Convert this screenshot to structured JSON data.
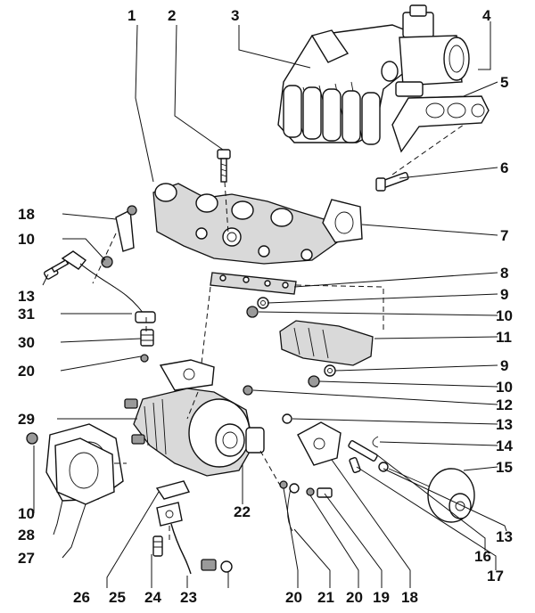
{
  "figure": {
    "callouts": [
      {
        "id": "c1",
        "label": "1"
      },
      {
        "id": "c2",
        "label": "2"
      },
      {
        "id": "c3",
        "label": "3"
      },
      {
        "id": "c4",
        "label": "4"
      },
      {
        "id": "c5",
        "label": "5"
      },
      {
        "id": "c6",
        "label": "6"
      },
      {
        "id": "c7",
        "label": "7"
      },
      {
        "id": "c8",
        "label": "8"
      },
      {
        "id": "c9a",
        "label": "9"
      },
      {
        "id": "c10a",
        "label": "10"
      },
      {
        "id": "c11",
        "label": "11"
      },
      {
        "id": "c9b",
        "label": "9"
      },
      {
        "id": "c10b",
        "label": "10"
      },
      {
        "id": "c12",
        "label": "12"
      },
      {
        "id": "c13a",
        "label": "13"
      },
      {
        "id": "c14",
        "label": "14"
      },
      {
        "id": "c15",
        "label": "15"
      },
      {
        "id": "c13b",
        "label": "13"
      },
      {
        "id": "c16",
        "label": "16"
      },
      {
        "id": "c17",
        "label": "17"
      },
      {
        "id": "c18a",
        "label": "18"
      },
      {
        "id": "c10c",
        "label": "10"
      },
      {
        "id": "c13c",
        "label": "13"
      },
      {
        "id": "c31",
        "label": "31"
      },
      {
        "id": "c30",
        "label": "30"
      },
      {
        "id": "c20a",
        "label": "20"
      },
      {
        "id": "c29",
        "label": "29"
      },
      {
        "id": "c22",
        "label": "22"
      },
      {
        "id": "c10d",
        "label": "10"
      },
      {
        "id": "c28",
        "label": "28"
      },
      {
        "id": "c27",
        "label": "27"
      },
      {
        "id": "c26",
        "label": "26"
      },
      {
        "id": "c25",
        "label": "25"
      },
      {
        "id": "c24",
        "label": "24"
      },
      {
        "id": "c23",
        "label": "23"
      },
      {
        "id": "c20b",
        "label": "20"
      },
      {
        "id": "c21",
        "label": "21"
      },
      {
        "id": "c20c",
        "label": "20"
      },
      {
        "id": "c19",
        "label": "19"
      },
      {
        "id": "c18b",
        "label": "18"
      }
    ]
  }
}
